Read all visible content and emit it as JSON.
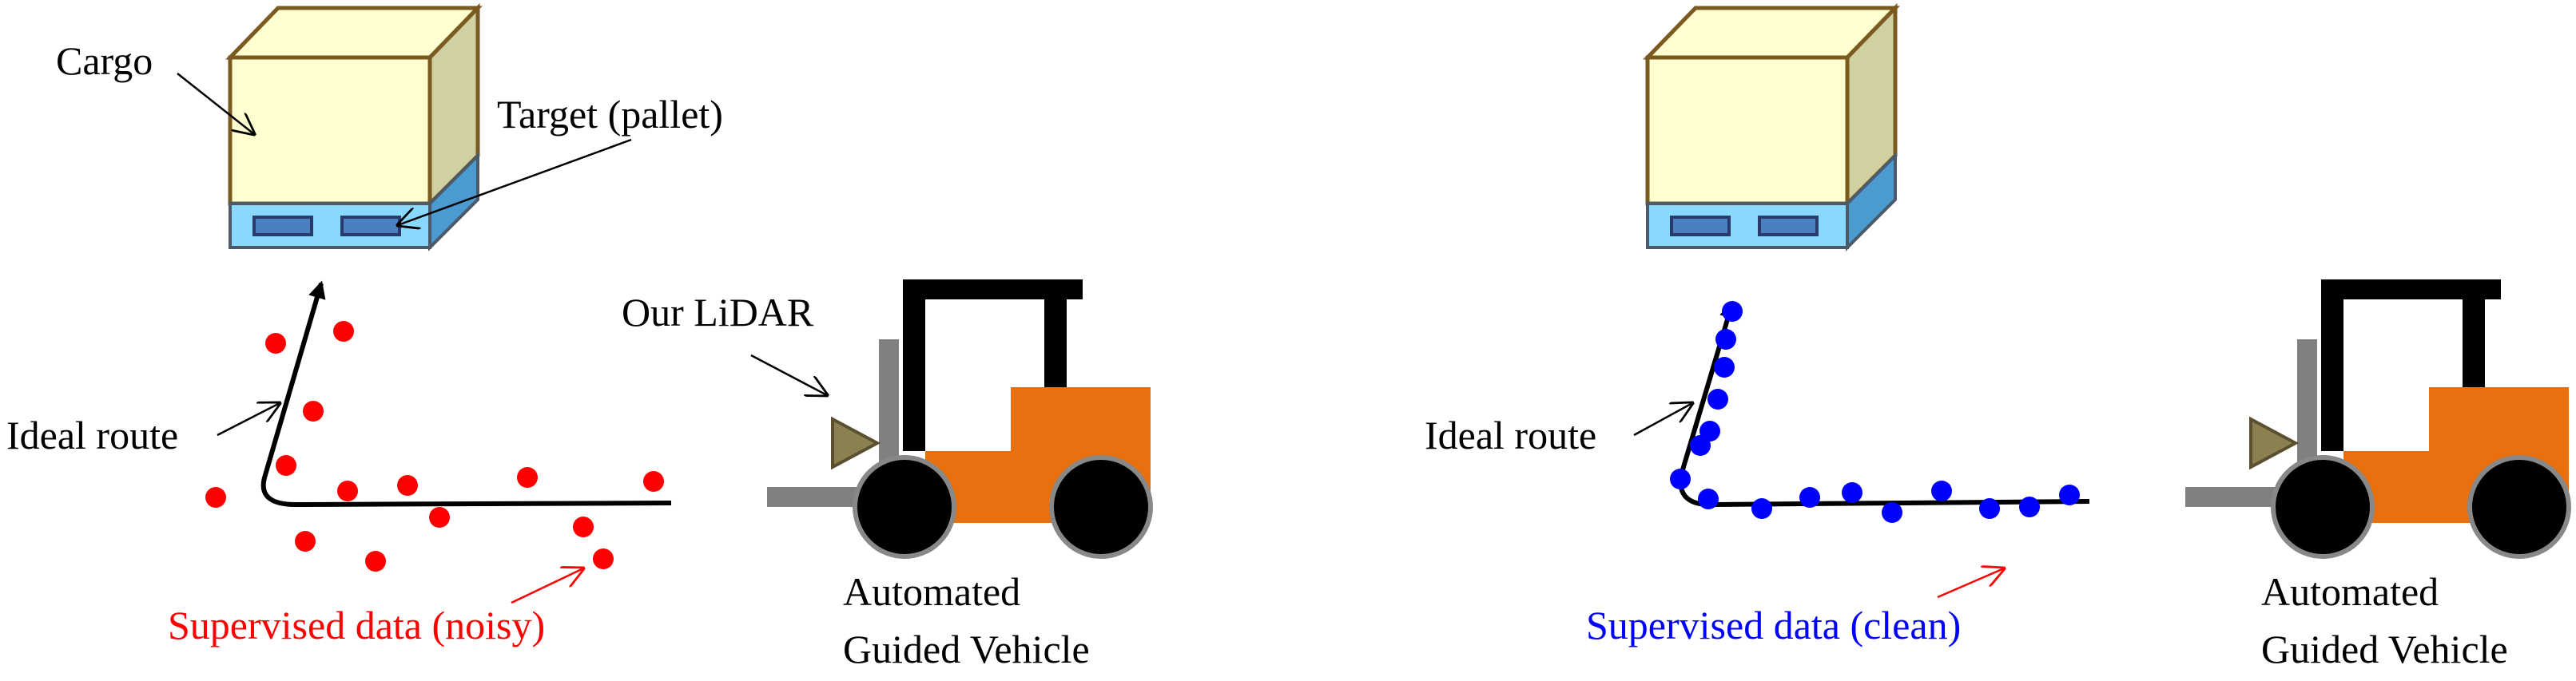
{
  "left_panel": {
    "cargo_label": "Cargo",
    "target_label": "Target (pallet)",
    "lidar_label": "Our LiDAR",
    "route_label": "Ideal route",
    "data_label": "Supervised data (noisy)",
    "vehicle_label_line1": "Automated",
    "vehicle_label_line2": "Guided Vehicle"
  },
  "right_panel": {
    "route_label": "Ideal route",
    "data_label": "Supervised data (clean)",
    "vehicle_label_line1": "Automated",
    "vehicle_label_line2": "Guided Vehicle"
  },
  "colors": {
    "cargo_front": "#ffffd0",
    "cargo_top": "#ffffd0",
    "cargo_side": "#d0d0a0",
    "pallet_front": "#88d8ff",
    "pallet_side": "#4c9bd0",
    "pallet_slot": "#4a7fc0",
    "noisy_points": "#ff0000",
    "clean_points": "#0000ff",
    "vehicle_body": "#e8700e",
    "vehicle_mast": "#000000",
    "fork": "#808080",
    "wheel": "#000000",
    "lidar": "#8b8050",
    "label_red": "#ff0000",
    "label_blue": "#0000ff"
  }
}
